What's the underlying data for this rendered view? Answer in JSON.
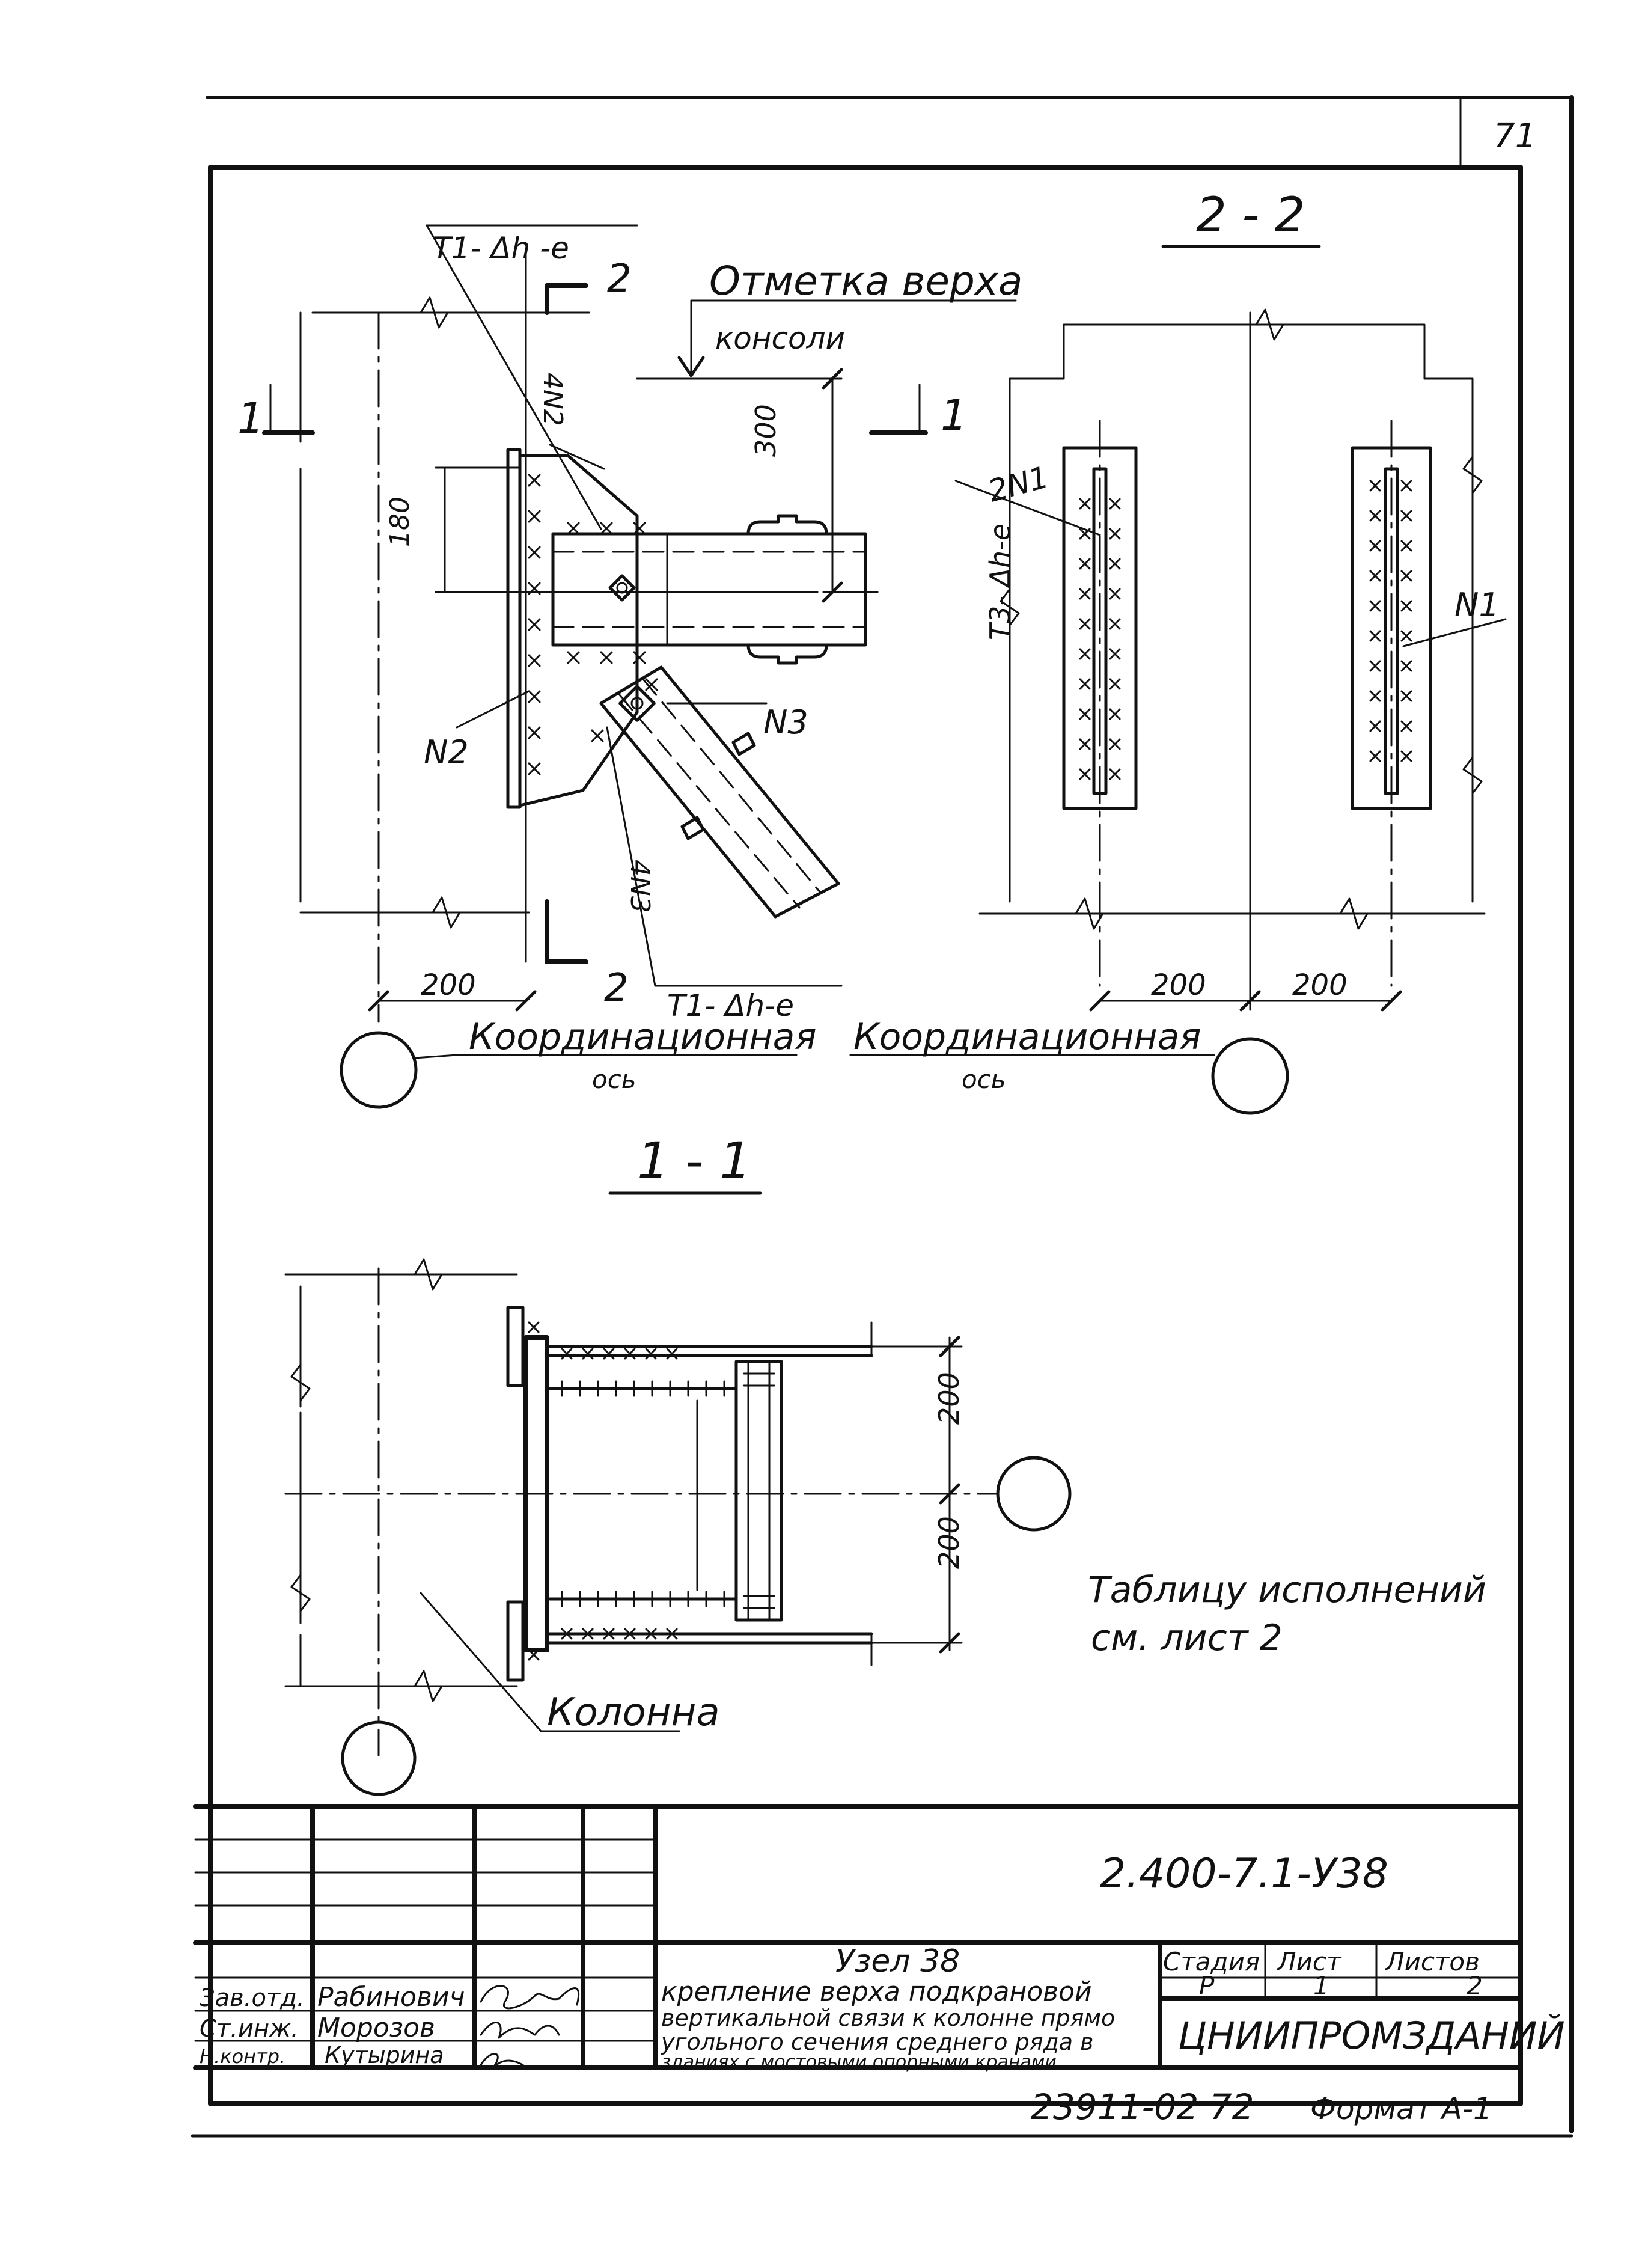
{
  "sheet": {
    "number": "71",
    "document_code": "2.400-7.1-У38",
    "note_line1": "Таблицу исполнений",
    "note_line2": "см. лист 2",
    "archive_no": "23911-02 72",
    "format": "Формат А-1"
  },
  "section_titles": {
    "view_2_2": "2 - 2",
    "view_1_1": "1 - 1"
  },
  "labels": {
    "top_mark_line1": "Отметка верха",
    "top_mark_line2": "консоли",
    "coord_axis_left_line1": "Координационная",
    "coord_axis_left_line2": "ось",
    "coord_axis_right_line1": "Координационная",
    "coord_axis_right_line2": "ось",
    "column": "Колонна",
    "weld_top": "Т1- Δh -е",
    "weld_bottom": "Т1- Δh-е",
    "weld_mid": "Т3- Δh-е",
    "pos_4N2": "4N2",
    "pos_N2": "N2",
    "pos_N3": "N3",
    "pos_4N3": "4N3",
    "pos_2N1": "2N1",
    "pos_N1": "N1",
    "cut_1": "1",
    "cut_2": "2"
  },
  "dimensions": {
    "d_300": "300",
    "d_180": "180",
    "d_200_left": "200",
    "d_200_mid": "200",
    "d_200_right": "200",
    "d_200_sec_top": "200",
    "d_200_sec_bottom": "200"
  },
  "title_block": {
    "node_title": "Узел 38",
    "description_lines": [
      "крепление верха подкрановой",
      "вертикальной связи к колонне прямо",
      "угольного сечения среднего ряда в",
      "зданиях с мостовыми опорными кранами"
    ],
    "stage_header": "Стадия",
    "sheet_header": "Лист",
    "sheets_header": "Листов",
    "stage_value": "Р",
    "sheet_value": "1",
    "sheets_value": "2",
    "organization": "ЦНИИПРОМЗДАНИЙ",
    "signatures": [
      {
        "role": "Зав.отд.",
        "name": "Рабинович"
      },
      {
        "role": "Ст.инж.",
        "name": "Морозов"
      },
      {
        "role": "Н.контр.",
        "name": "Кутырина"
      }
    ]
  }
}
